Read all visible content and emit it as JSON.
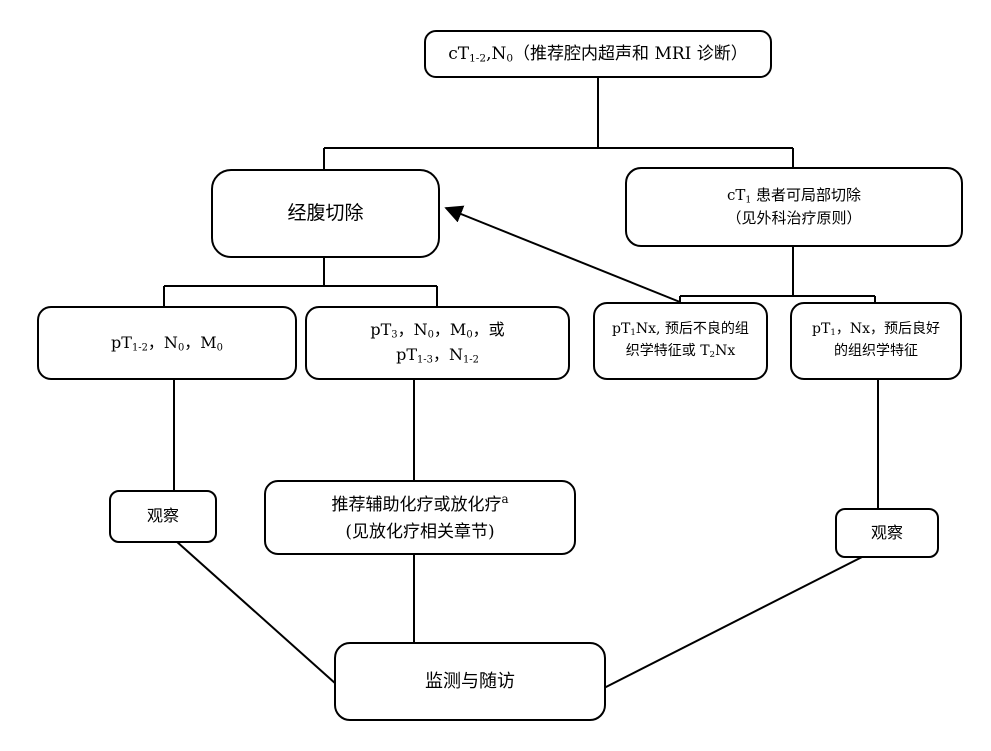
{
  "nodes": {
    "root": "cT<sub>1-2</sub>,N<sub>0</sub>（推荐腔内超声和 MRI 诊断）",
    "transabdominal": "经腹切除",
    "local_excision": [
      "cT<sub>1</sub> 患者可局部切除",
      "（见外科治疗原则）"
    ],
    "ptn0": "pT<sub>1-2</sub>，N<sub>0</sub>，M<sub>0</sub>",
    "pt3": [
      "pT<sub>3</sub>，N<sub>0</sub>，M<sub>0</sub>，或",
      "pT<sub>1-3</sub>，N<sub>1-2</sub>"
    ],
    "pt1nx_bad": [
      "pT<sub>1</sub>Nx, 预后不良的组",
      "织学特征或 T<sub>2</sub>Nx"
    ],
    "pt1nx_good": [
      "pT<sub>1</sub>，Nx，预后良好",
      "的组织学特征"
    ],
    "observe_left": "观察",
    "chemo": [
      "推荐辅助化疗或放化疗<sup>a</sup>",
      "(见放化疗相关章节)"
    ],
    "observe_right": "观察",
    "followup": "监测与随访"
  }
}
